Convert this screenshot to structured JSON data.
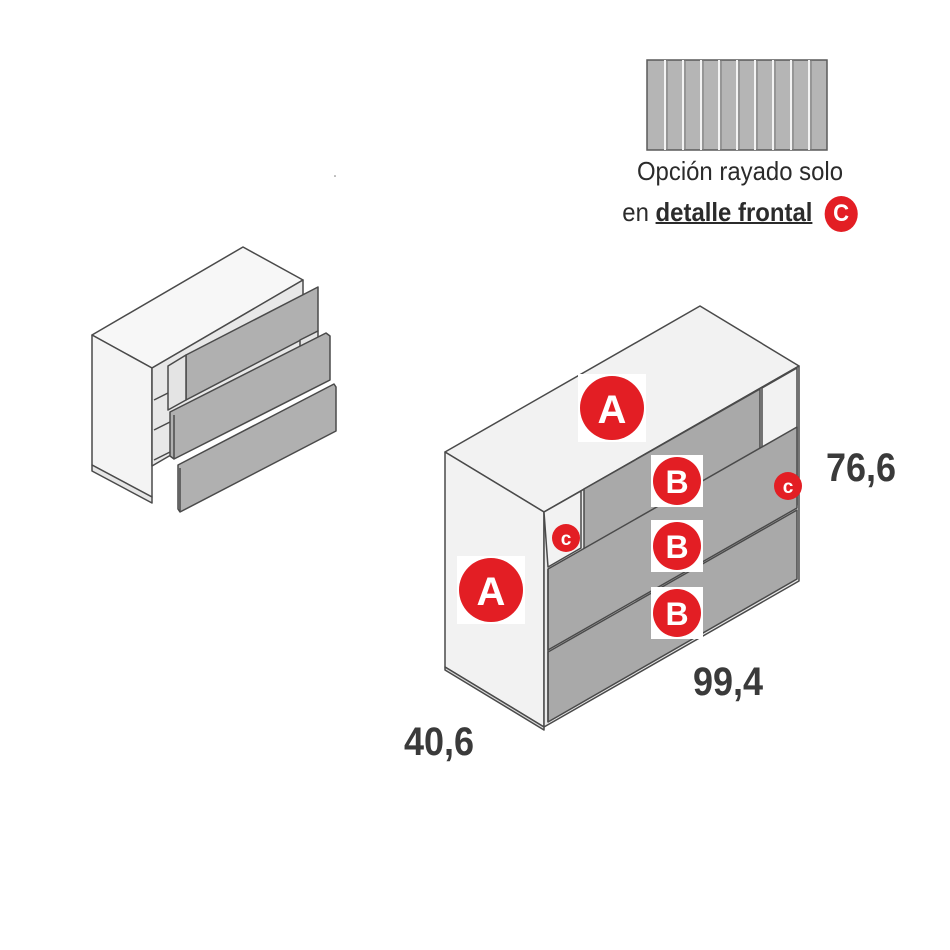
{
  "caption": {
    "line1": "Opción rayado solo",
    "line2_prefix": "en",
    "line2_bold": "detalle frontal",
    "badge": "C"
  },
  "dimensions": {
    "height": "76,6",
    "width": "99,4",
    "depth": "40,6"
  },
  "labels": {
    "top": "A",
    "side": "A",
    "drawer_1": "B",
    "drawer_2": "B",
    "drawer_3": "B",
    "detail_left": "c",
    "detail_right": "c"
  },
  "colors": {
    "badge_red": "#e31e24",
    "front_gray": "#a9a9a9",
    "panel_light": "#f2f2f2",
    "outline": "#4a4a4a"
  }
}
